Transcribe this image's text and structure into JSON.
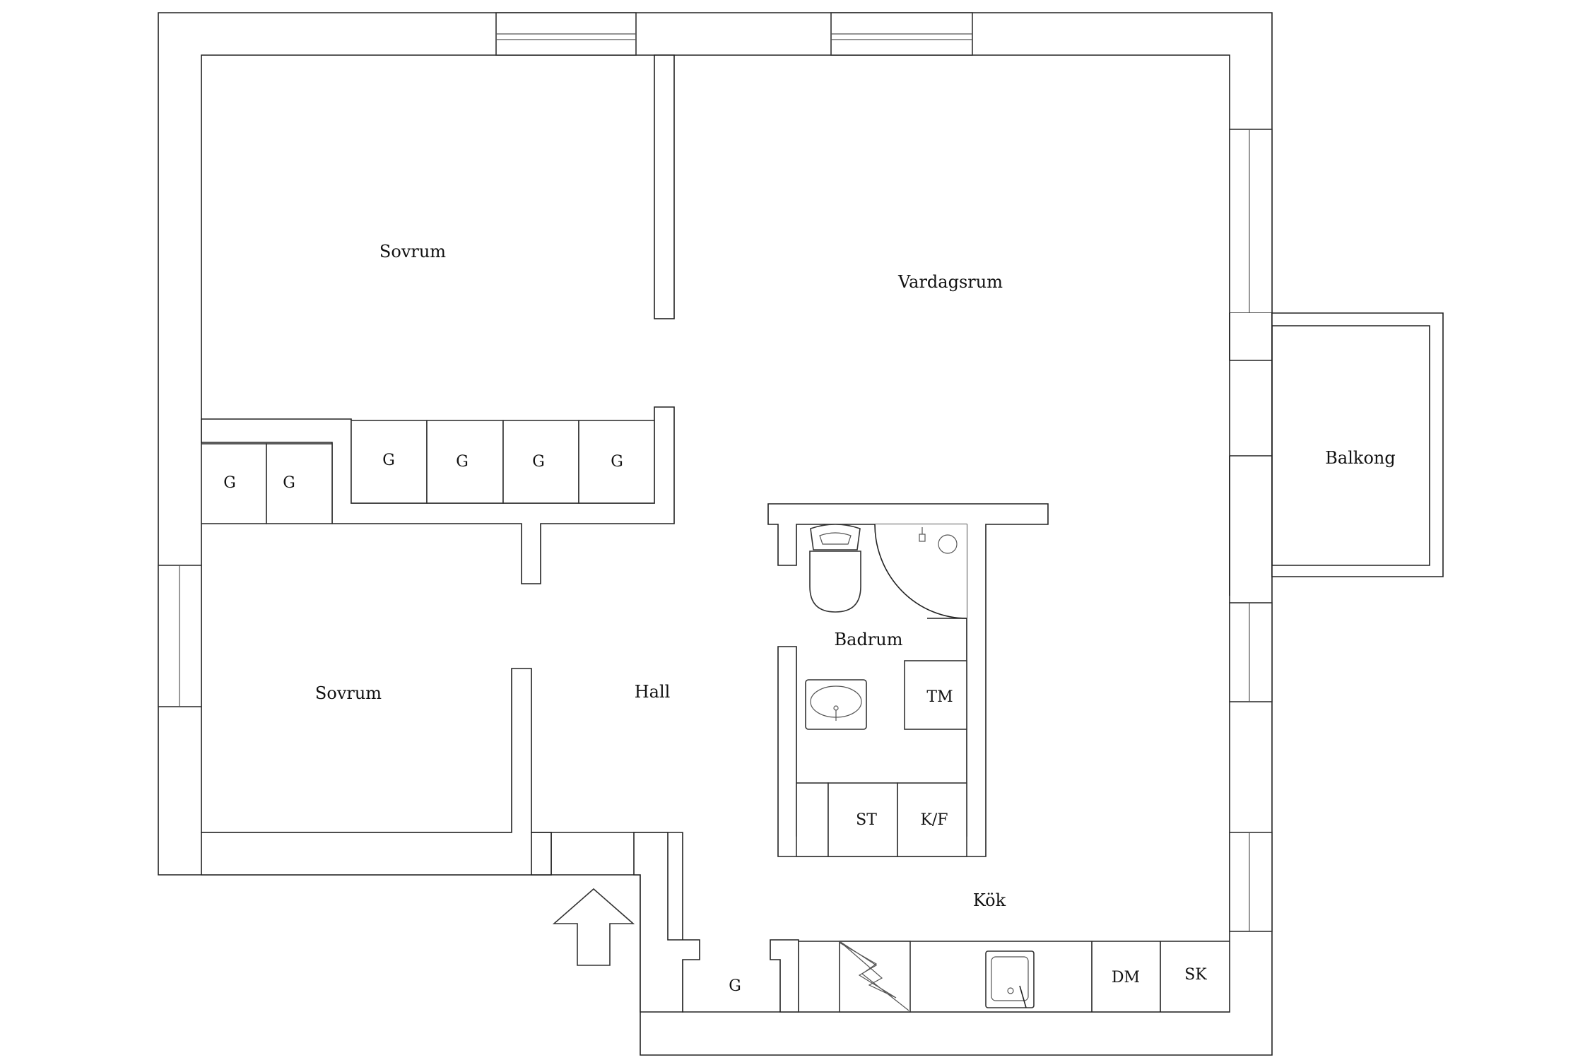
{
  "rooms": {
    "sovrum_top": "Sovrum",
    "sovrum_bottom": "Sovrum",
    "vardagsrum": "Vardagsrum",
    "balkong": "Balkong",
    "badrum": "Badrum",
    "hall": "Hall",
    "kok": "Kök"
  },
  "fixtures": {
    "g": "G",
    "tm": "TM",
    "st": "ST",
    "kf": "K/F",
    "dm": "DM",
    "sk": "SK"
  },
  "icons": [
    "entrance-arrow-icon",
    "toilet-icon",
    "shower-icon",
    "washbasin-icon",
    "stove-icon",
    "kitchen-sink-icon"
  ]
}
